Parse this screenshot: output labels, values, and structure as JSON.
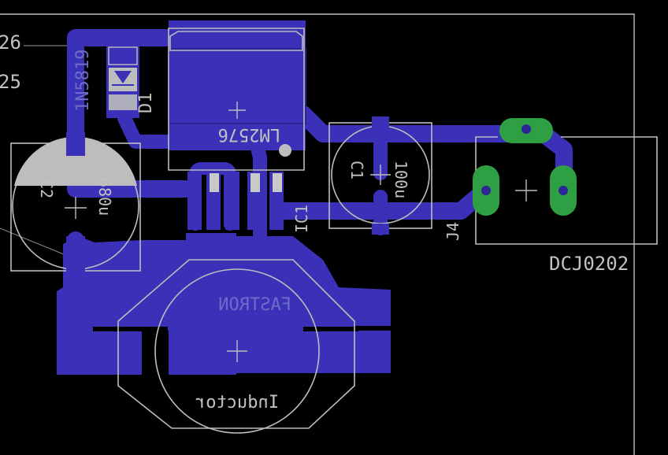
{
  "colors": {
    "background": "#000000",
    "copper_bottom": "#3a31b8",
    "copper_bottom_dark": "#2b2596",
    "pad_top": "#2ea043",
    "silkscreen": "#bdbdbd",
    "via_hole": "#1a1a8a"
  },
  "margin_labels": {
    "top": "26",
    "bottom": "25"
  },
  "components": {
    "regulator": {
      "name": "LM2576"
    },
    "diode": {
      "name": "D1",
      "value": "1N5819"
    },
    "c1": {
      "name": "C1",
      "value": "100u"
    },
    "c2": {
      "name": "C2",
      "value": "680u"
    },
    "ic1": {
      "name": "IC1"
    },
    "jack": {
      "name": "J4",
      "package": "DCJ0202"
    },
    "inductor": {
      "brand": "FASTRON",
      "name": "Inductor"
    }
  }
}
